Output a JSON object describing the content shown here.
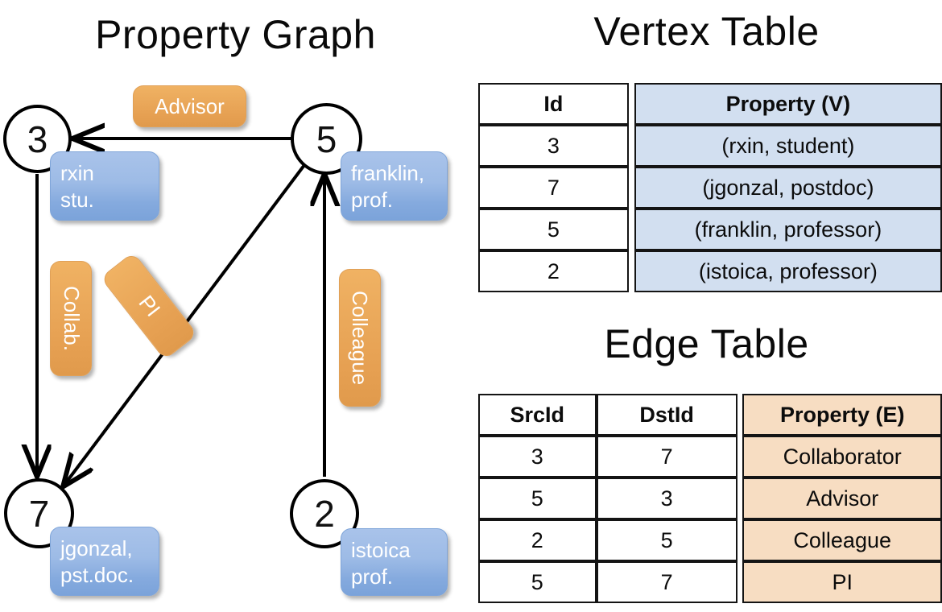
{
  "titles": {
    "property_graph": "Property Graph",
    "vertex_table": "Vertex Table",
    "edge_table": "Edge Table"
  },
  "colors": {
    "vertex_fill": "#d2dff0",
    "edge_fill": "#f7ddc2",
    "vertex_box": "#9dbbe6",
    "edge_box": "#eaa85a",
    "stroke": "#000000"
  },
  "graph": {
    "nodes": [
      {
        "id": "3",
        "property_label": "rxin\nstu.",
        "line1": "rxin",
        "line2": "stu."
      },
      {
        "id": "5",
        "property_label": "franklin,\nprof.",
        "line1": "franklin,",
        "line2": "prof."
      },
      {
        "id": "7",
        "property_label": "jgonzal,\npst.doc.",
        "line1": "jgonzal,",
        "line2": "pst.doc."
      },
      {
        "id": "2",
        "property_label": "istoica\nprof.",
        "line1": "istoica",
        "line2": "prof."
      }
    ],
    "edge_labels": [
      {
        "name": "advisor-label",
        "text": "Advisor"
      },
      {
        "name": "collab-label",
        "text": "Collab."
      },
      {
        "name": "pi-label",
        "text": "PI"
      },
      {
        "name": "colleague-label",
        "text": "Colleague"
      }
    ]
  },
  "vertex_table": {
    "headers": [
      "Id",
      "Property (V)"
    ],
    "rows": [
      {
        "id": "3",
        "property": "(rxin, student)"
      },
      {
        "id": "7",
        "property": "(jgonzal, postdoc)"
      },
      {
        "id": "5",
        "property": "(franklin, professor)"
      },
      {
        "id": "2",
        "property": "(istoica, professor)"
      }
    ]
  },
  "edge_table": {
    "headers": [
      "SrcId",
      "DstId",
      "Property (E)"
    ],
    "rows": [
      {
        "src": "3",
        "dst": "7",
        "property": "Collaborator"
      },
      {
        "src": "5",
        "dst": "3",
        "property": "Advisor"
      },
      {
        "src": "2",
        "dst": "5",
        "property": "Colleague"
      },
      {
        "src": "5",
        "dst": "7",
        "property": "PI"
      }
    ]
  }
}
